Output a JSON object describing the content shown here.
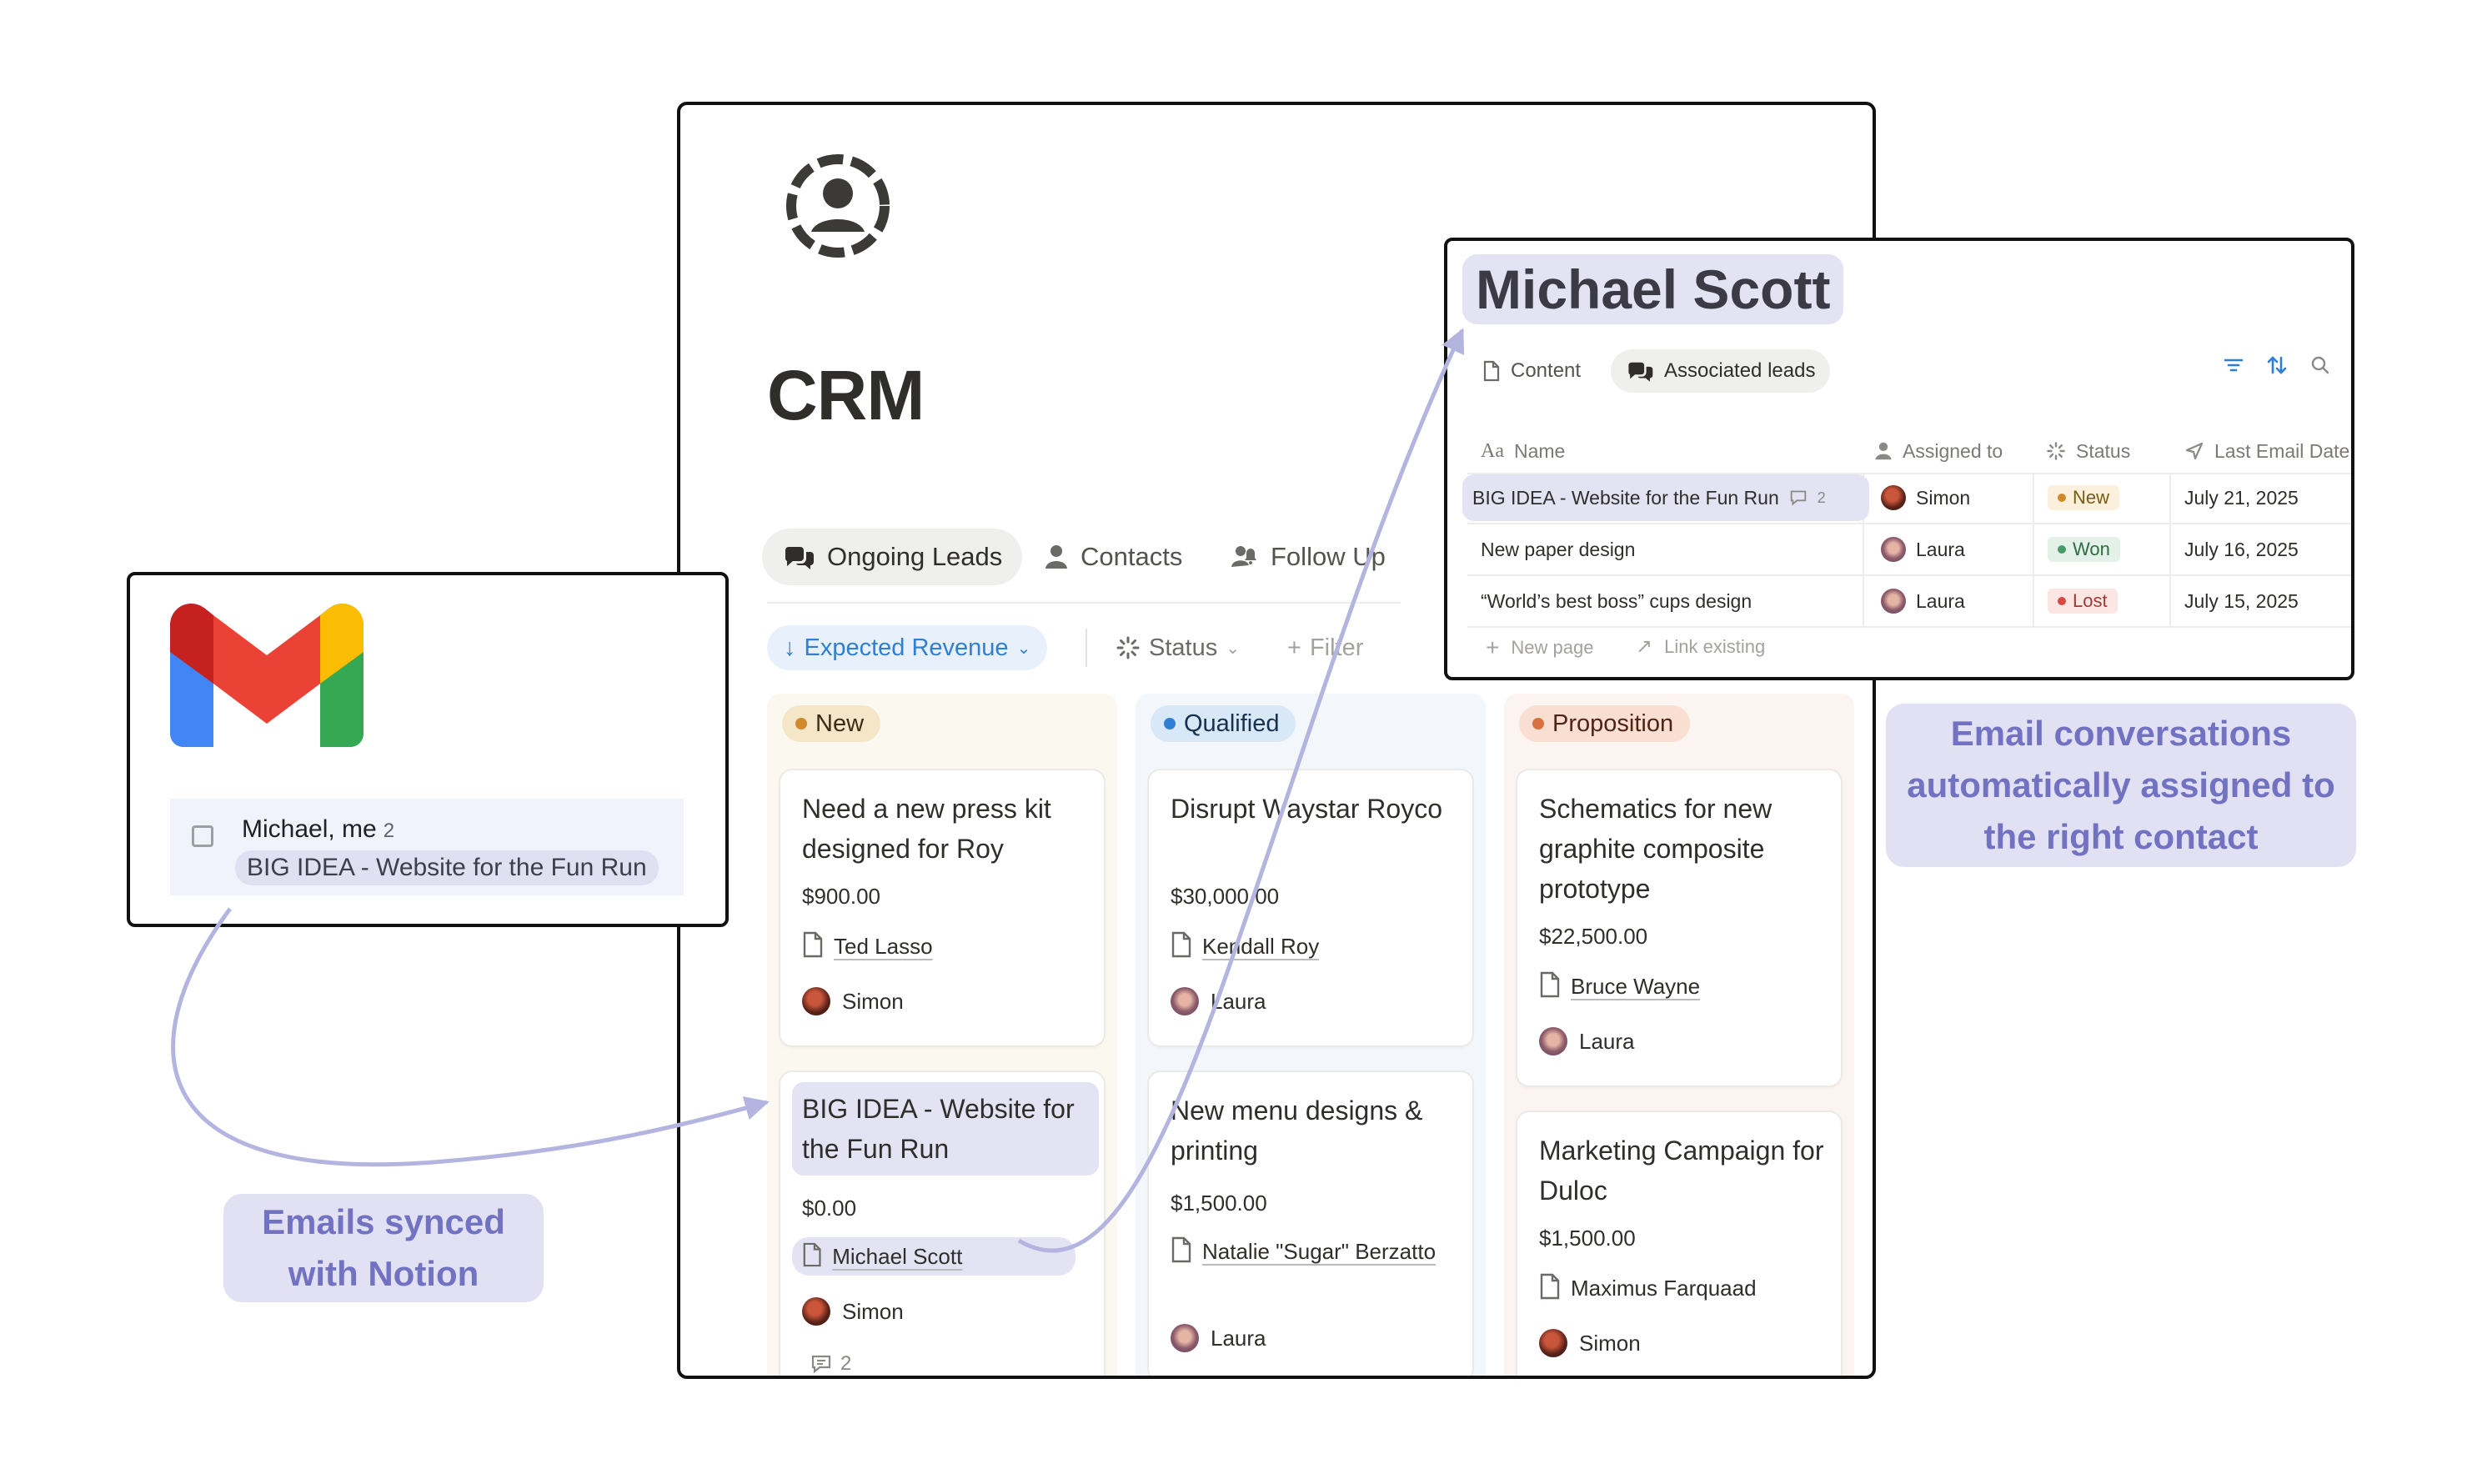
{
  "crm": {
    "title": "CRM",
    "tabs": [
      {
        "label": "Ongoing Leads",
        "active": true
      },
      {
        "label": "Contacts",
        "active": false
      },
      {
        "label": "Follow Up",
        "active": false
      }
    ],
    "sort_label": "Expected Revenue",
    "status_label": "Status",
    "filter_label": "Filter",
    "columns": [
      {
        "label": "New",
        "color": "#d08a2c",
        "cards": [
          {
            "title": "Need a new press kit designed for Roy",
            "amount": "$900.00",
            "contact": "Ted Lasso",
            "assignee": "Simon"
          },
          {
            "title": "BIG IDEA - Website for the Fun Run",
            "amount": "$0.00",
            "contact": "Michael Scott",
            "assignee": "Simon",
            "comments": "2"
          }
        ]
      },
      {
        "label": "Qualified",
        "color": "#2f7fd4",
        "cards": [
          {
            "title": "Disrupt Waystar Royco",
            "amount": "$30,000.00",
            "contact": "Kendall Roy",
            "assignee": "Laura"
          },
          {
            "title": "New menu designs & printing",
            "amount": "$1,500.00",
            "contact": "Natalie \"Sugar\" Berzatto",
            "assignee": "Laura"
          }
        ]
      },
      {
        "label": "Proposition",
        "color": "#d9713f",
        "cards": [
          {
            "title": "Schematics for new graphite composite prototype",
            "amount": "$22,500.00",
            "contact": "Bruce Wayne",
            "assignee": "Laura"
          },
          {
            "title": "Marketing Campaign for Duloc",
            "amount": "$1,500.00",
            "contact": "Maximus Farquaad",
            "assignee": "Simon"
          }
        ]
      }
    ]
  },
  "gmail": {
    "from": "Michael, me",
    "count": "2",
    "subject": "BIG IDEA - Website for the Fun Run"
  },
  "contact_page": {
    "title": "Michael Scott",
    "tabs": [
      {
        "label": "Content",
        "active": false
      },
      {
        "label": "Associated leads",
        "active": true
      }
    ],
    "columns": [
      "Name",
      "Assigned to",
      "Status",
      "Last Email Date"
    ],
    "rows": [
      {
        "name": "BIG IDEA - Website for the Fun Run",
        "comments": "2",
        "assignee": "Simon",
        "status": "New",
        "date": "July 21, 2025"
      },
      {
        "name": "New paper design",
        "assignee": "Laura",
        "status": "Won",
        "date": "July 16, 2025"
      },
      {
        "name": "“World’s best boss” cups design",
        "assignee": "Laura",
        "status": "Lost",
        "date": "July 15, 2025"
      }
    ],
    "new_page_label": "New page",
    "link_existing_label": "Link existing"
  },
  "annotations": {
    "synced": "Emails synced with Notion",
    "assigned": "Email conversations automatically assigned to the right contact"
  },
  "colors": {
    "accent_purple": "#7272c2",
    "highlight": "#e4e3f4",
    "arrow": "#b4b4e0"
  }
}
